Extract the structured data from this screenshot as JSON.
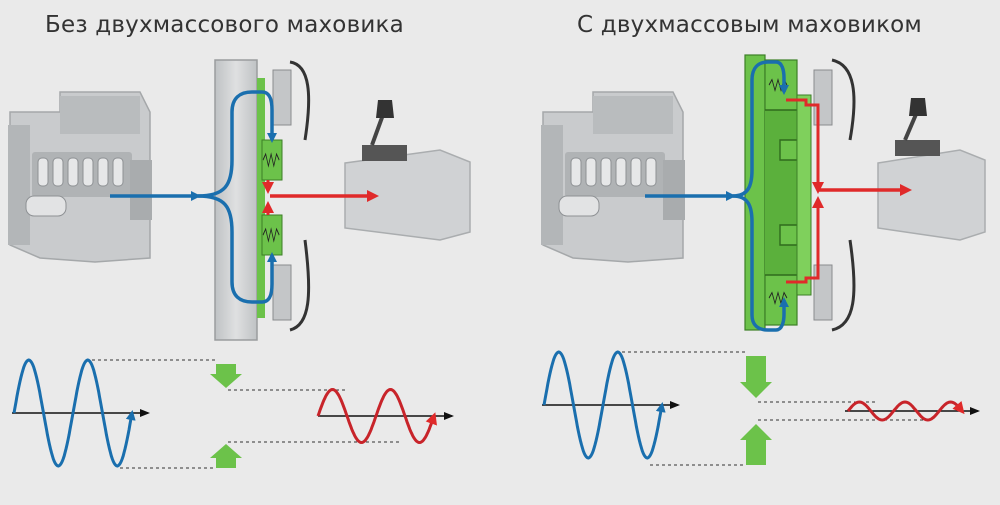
{
  "titles": {
    "left": "Без двухмассового маховика",
    "right": "С двухмассовым маховиком"
  },
  "colors": {
    "background": "#eaeaea",
    "engine_body": "#c9cbcd",
    "engine_dark": "#8e9194",
    "flywheel_grey": "#cfd1d3",
    "flywheel_green": "#6cc24a",
    "torque_input": "#1a6fae",
    "torque_output": "#e02a2a",
    "damping_arrow": "#6cc24a",
    "text": "#333333"
  },
  "icons": {
    "engine": "engine-block-icon",
    "gearbox": "gearbox-shifter-icon",
    "spring": "damper-spring-icon"
  },
  "waves": {
    "left": {
      "input_periods": 2,
      "output_periods": 2,
      "output_amplitude_ratio": 0.5
    },
    "right": {
      "input_periods": 2,
      "output_periods": 2.5,
      "output_amplitude_ratio": 0.17
    }
  }
}
